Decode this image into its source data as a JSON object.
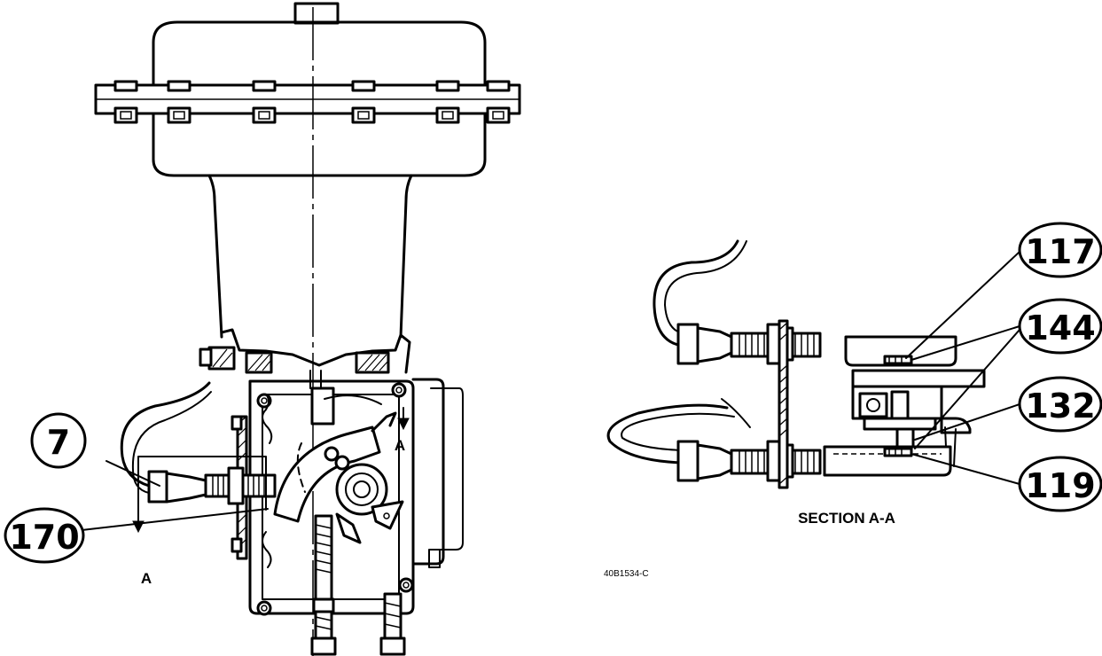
{
  "callouts": {
    "c7": "7",
    "c170": "170",
    "c117": "117",
    "c144": "144",
    "c132": "132",
    "c119": "119"
  },
  "section_marks": {
    "a_left": "A",
    "a_right": "A"
  },
  "section_title": "SECTION A-A",
  "drawing_number": "40B1534-C"
}
